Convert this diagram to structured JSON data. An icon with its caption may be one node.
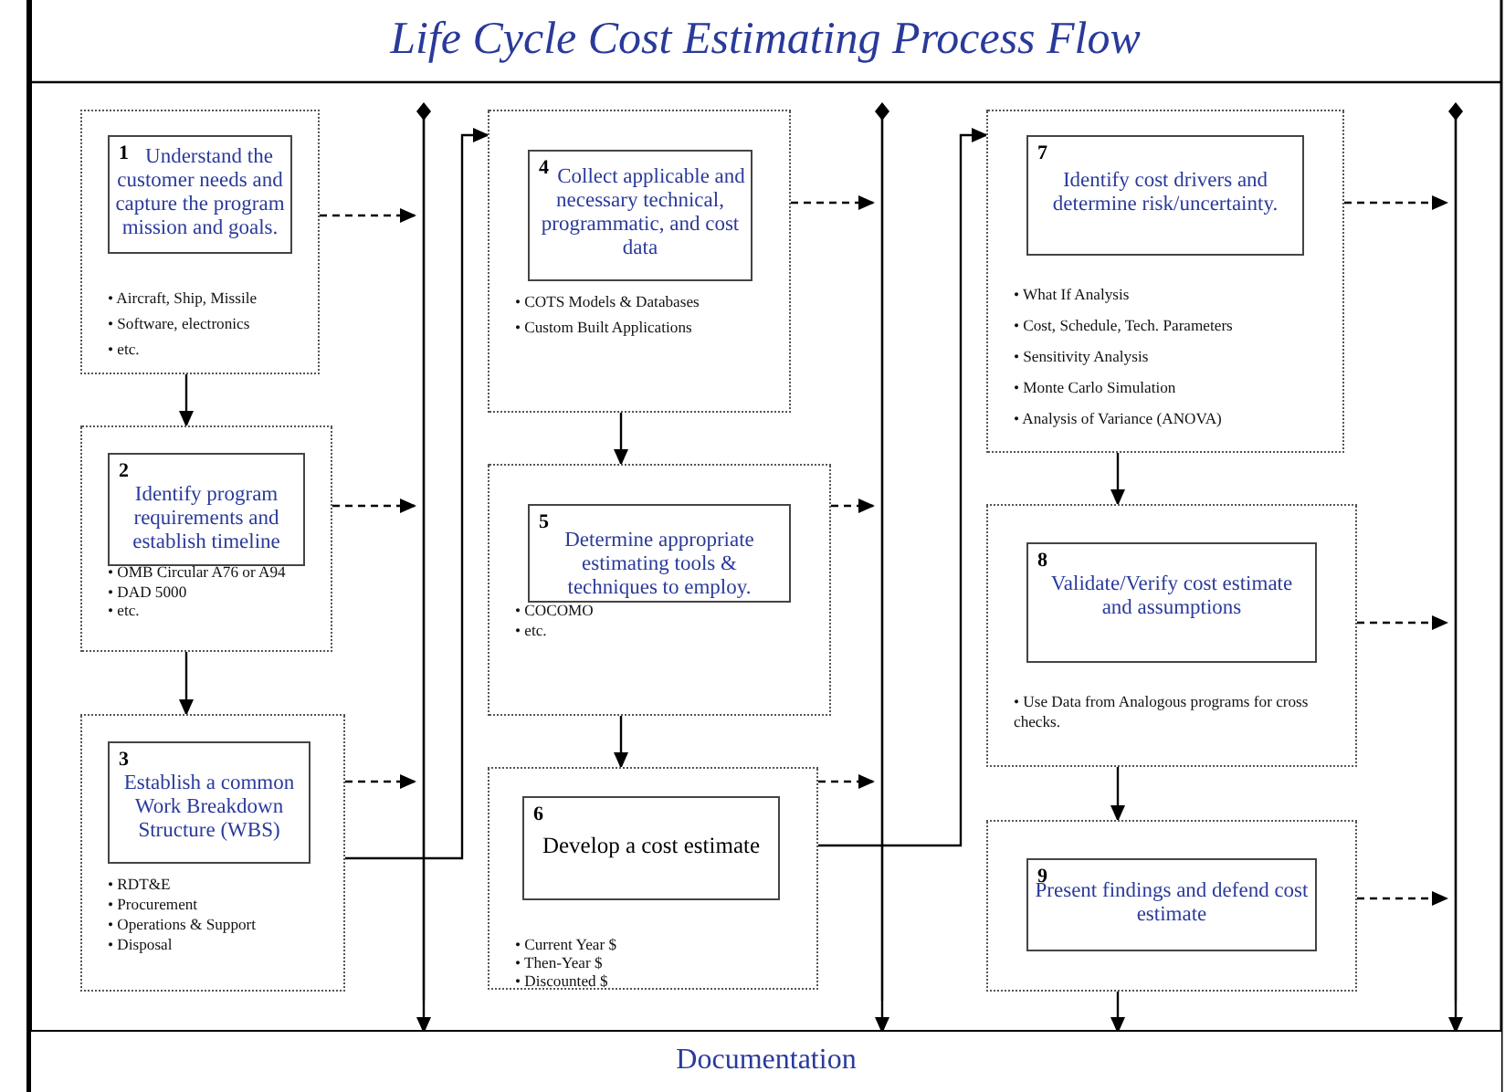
{
  "diagram": {
    "title": "Life Cycle Cost Estimating Process Flow",
    "nodes": [
      {
        "text": [
          "• Aircraft, Ship, Missile",
          "• Software,  electronics",
          "• etc."
        ]
      },
      {
        "text": [
          "1",
          "Understand the customer needs and capture the program mission and goals."
        ],
        "in": 0
      },
      {
        "text": [
          "• OMB Circular A76 or  A94",
          "• DAD 5000",
          "• etc."
        ]
      },
      {
        "text": [
          "2",
          "Identify program requirements and establish timeline"
        ],
        "in": 2
      },
      {
        "text": [
          "• RDT&E",
          "• Procurement",
          "• Operations & Support",
          "• Disposal"
        ]
      },
      {
        "text": [
          "3",
          "Establish a common Work Breakdown Structure (WBS)"
        ],
        "in": 4
      },
      {
        "text": [
          "• COTS Models & Databases",
          "• Custom Built Applications"
        ]
      },
      {
        "text": [
          "4",
          "Collect applicable and necessary technical, programmatic, and cost data"
        ],
        "in": 6
      },
      {
        "text": [
          "• COCOMO",
          "• etc."
        ]
      },
      {
        "text": [
          "5",
          "Determine appropriate estimating tools & techniques to employ."
        ],
        "in": 8
      },
      {
        "text": [
          "• Current Year $",
          "• Then-Year $",
          "• Discounted $"
        ]
      },
      {
        "text": [
          "6",
          "Develop a cost estimate"
        ],
        "in": 10
      },
      {
        "text": [
          "• What If Analysis",
          "• Cost, Schedule, Tech. Parameters",
          "• Sensitivity Analysis",
          "• Monte Carlo Simulation",
          "• Analysis of Variance (ANOVA)"
        ]
      },
      {
        "text": [
          "7",
          "Identify cost drivers and determine risk/uncertainty."
        ],
        "in": 12
      },
      {
        "text": [
          "•  Use Data from Analogous programs for cross checks."
        ]
      },
      {
        "text": [
          "8",
          "Validate/Verify cost estimate and assumptions"
        ],
        "in": 14
      },
      {
        "text": [],
        "shape": "box"
      },
      {
        "text": [
          "9",
          "Present findings and defend cost estimate"
        ],
        "in": 16
      },
      {
        "text": [],
        "shape": "bar"
      },
      {
        "text": [],
        "shape": "bar"
      },
      {
        "text": [],
        "shape": "bar"
      },
      {
        "text": [
          "Documentation"
        ]
      }
    ],
    "edges": [
      {
        "from": 0,
        "to": 2,
        "arrow": "to"
      },
      {
        "from": 2,
        "to": 4,
        "arrow": "to"
      },
      {
        "from": 4,
        "to": 6,
        "arrow": "to"
      },
      {
        "from": 6,
        "to": 8,
        "arrow": "to"
      },
      {
        "from": 8,
        "to": 10,
        "arrow": "to"
      },
      {
        "from": 10,
        "to": 12,
        "arrow": "to"
      },
      {
        "from": 12,
        "to": 14,
        "arrow": "to"
      },
      {
        "from": 14,
        "to": 16,
        "arrow": "to"
      },
      {
        "from": 16,
        "to": 21,
        "arrow": "to"
      },
      {
        "from": 0,
        "to": 18,
        "arrow": "to",
        "style": "dashed"
      },
      {
        "from": 2,
        "to": 18,
        "arrow": "to",
        "style": "dashed"
      },
      {
        "from": 4,
        "to": 18,
        "arrow": "to",
        "style": "dashed"
      },
      {
        "from": 6,
        "to": 19,
        "arrow": "to",
        "style": "dashed"
      },
      {
        "from": 8,
        "to": 19,
        "arrow": "to",
        "style": "dashed"
      },
      {
        "from": 10,
        "to": 19,
        "arrow": "to",
        "style": "dashed"
      },
      {
        "from": 12,
        "to": 20,
        "arrow": "to",
        "style": "dashed"
      },
      {
        "from": 14,
        "to": 20,
        "arrow": "to",
        "style": "dashed"
      },
      {
        "from": 16,
        "to": 20,
        "arrow": "to",
        "style": "dashed"
      },
      {
        "from": 18,
        "to": 21,
        "arrow": "to"
      },
      {
        "from": 19,
        "to": 21,
        "arrow": "to"
      },
      {
        "from": 20,
        "to": 21,
        "arrow": "to"
      }
    ]
  }
}
